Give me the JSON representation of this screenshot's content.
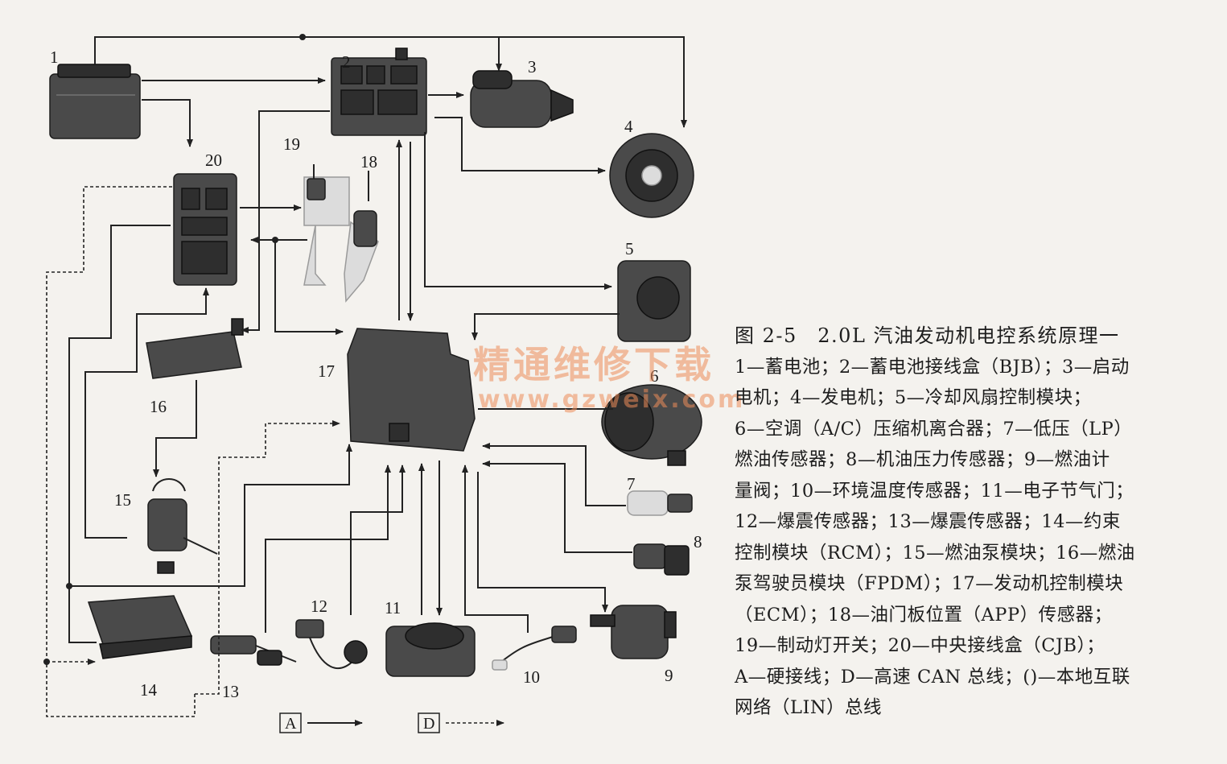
{
  "components": [
    {
      "num": "1"
    },
    {
      "num": "2"
    },
    {
      "num": "3"
    },
    {
      "num": "4"
    },
    {
      "num": "5"
    },
    {
      "num": "6"
    },
    {
      "num": "7"
    },
    {
      "num": "8"
    },
    {
      "num": "9"
    },
    {
      "num": "10"
    },
    {
      "num": "11"
    },
    {
      "num": "12"
    },
    {
      "num": "13"
    },
    {
      "num": "14"
    },
    {
      "num": "15"
    },
    {
      "num": "16"
    },
    {
      "num": "17"
    },
    {
      "num": "18"
    },
    {
      "num": "19"
    },
    {
      "num": "20"
    }
  ],
  "legend": {
    "hardwire_letter": "A",
    "can_letter": "D"
  },
  "caption": {
    "title": "图 2-5　2.0L 汽油发动机电控系统原理一",
    "lines": [
      "1—蓄电池；2—蓄电池接线盒（BJB）；3—启动",
      "电机；4—发电机；5—冷却风扇控制模块；",
      "6—空调（A/C）压缩机离合器；7—低压（LP）",
      "燃油传感器；8—机油压力传感器；9—燃油计",
      "量阀；10—环境温度传感器；11—电子节气门；",
      "12—爆震传感器；13—爆震传感器；14—约束",
      "控制模块（RCM）；15—燃油泵模块；16—燃油",
      "泵驾驶员模块（FPDM）；17—发动机控制模块",
      "（ECM）；18—油门板位置（APP）传感器；",
      "19—制动灯开关；20—中央接线盒（CJB）；",
      "A—硬接线；D—高速 CAN 总线；()—本地互联",
      "网络（LIN）总线"
    ]
  },
  "watermark": {
    "text": "精通维修下载",
    "url": "www.gzweix.com"
  },
  "colors": {
    "background": "#f4f2ee",
    "line": "#222222",
    "watermark": "#ec8c5a"
  }
}
